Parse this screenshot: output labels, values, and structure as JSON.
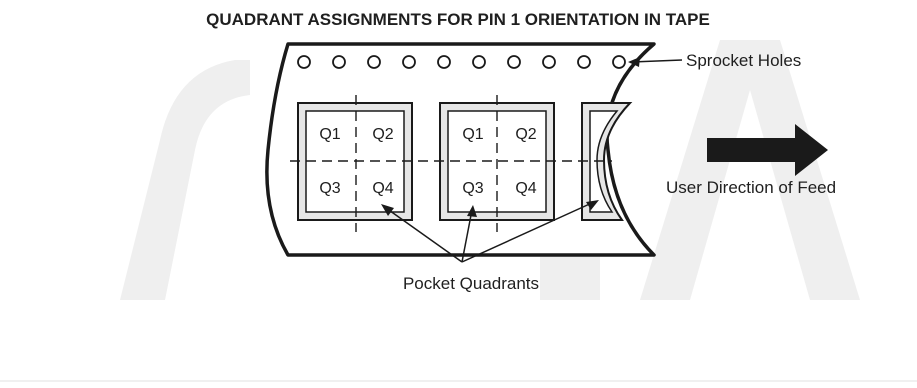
{
  "title": "QUADRANT ASSIGNMENTS FOR PIN 1 ORIENTATION IN TAPE",
  "labels": {
    "sprocket_holes": "Sprocket Holes",
    "feed_direction": "User Direction of Feed",
    "pocket_quadrants": "Pocket Quadrants"
  },
  "pockets": [
    {
      "quadrants": [
        "Q1",
        "Q2",
        "Q3",
        "Q4"
      ]
    },
    {
      "quadrants": [
        "Q1",
        "Q2",
        "Q3",
        "Q4"
      ]
    }
  ],
  "colors": {
    "line": "#1a1a1a",
    "text": "#1f1f1f",
    "watermark": "#eeeeee",
    "pocket_fill": "#e6e6e6"
  }
}
